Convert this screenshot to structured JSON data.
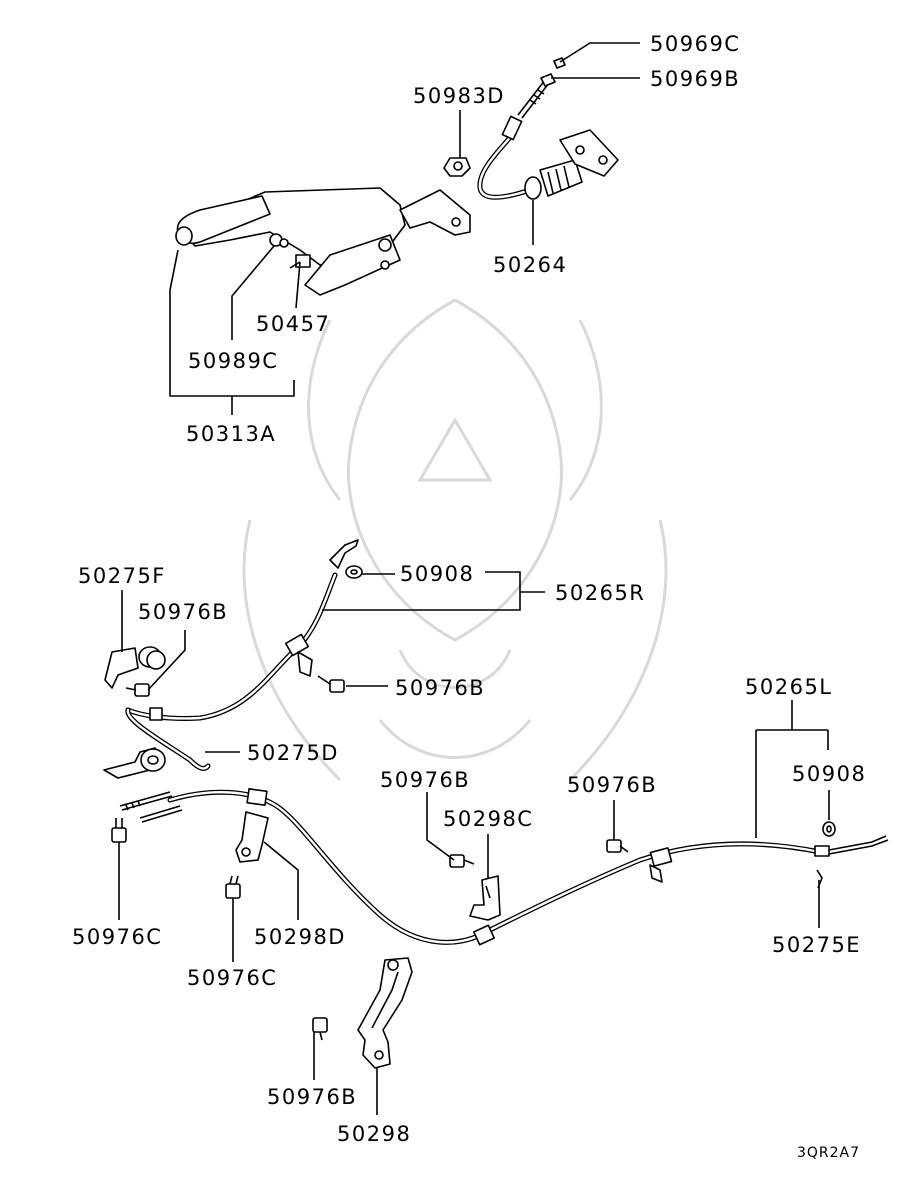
{
  "diagram": {
    "labels": {
      "p50969C": "50969C",
      "p50969B": "50969B",
      "p50983D": "50983D",
      "p50264": "50264",
      "p50457": "50457",
      "p50989C": "50989C",
      "p50313A": "50313A",
      "p50275F": "50275F",
      "p50976B_1": "50976B",
      "p50908_1": "50908",
      "p50265R": "50265R",
      "p50976B_2": "50976B",
      "p50265L": "50265L",
      "p50275D": "50275D",
      "p50976B_3": "50976B",
      "p50976B_4": "50976B",
      "p50908_2": "50908",
      "p50298C": "50298C",
      "p50976C_1": "50976C",
      "p50298D": "50298D",
      "p50275E": "50275E",
      "p50976C_2": "50976C",
      "p50976B_5": "50976B",
      "p50298": "50298"
    },
    "figure_code": "3QR2A7"
  },
  "colors": {
    "line": "#000000",
    "background": "#ffffff",
    "watermark": "#d9d9d9"
  }
}
